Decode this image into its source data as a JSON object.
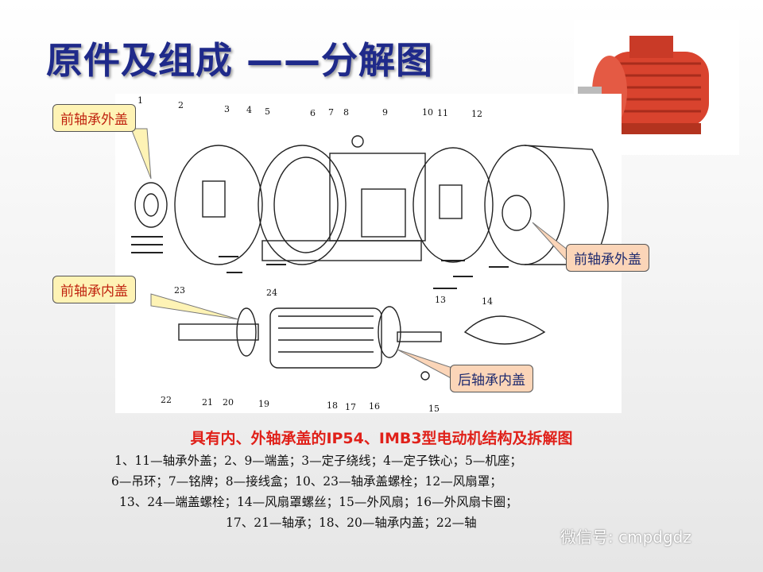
{
  "slide": {
    "title": "原件及组成 ——分解图",
    "caption": "具有内、外轴承盖的IP54、IMB3型电动机结构及拆解图",
    "legend_lines": [
      "1、11—轴承外盖；2、9—端盖；3—定子绕线；4—定子铁心；5—机座；",
      "6—吊环；7—铭牌；8—接线盒；10、23—轴承盖螺栓；12—风扇罩；",
      "13、24—端盖螺栓；14—风扇罩螺丝；15—外风扇；16—外风扇卡圈；",
      "17、21—轴承；18、20—轴承内盖；22—轴"
    ],
    "watermark": "微信号: cmpdgdz"
  },
  "callouts": [
    {
      "text": "前轴承外盖",
      "style": "yellow"
    },
    {
      "text": "前轴承内盖",
      "style": "yellow"
    },
    {
      "text": "前轴承外盖",
      "style": "pink"
    },
    {
      "text": "后轴承内盖",
      "style": "pink"
    }
  ],
  "part_numbers": [
    "1",
    "2",
    "3",
    "4",
    "5",
    "6",
    "7",
    "8",
    "9",
    "10",
    "11",
    "12",
    "13",
    "14",
    "15",
    "16",
    "17",
    "18",
    "19",
    "20",
    "21",
    "22",
    "23",
    "24"
  ],
  "colors": {
    "title": "#1f2a8a",
    "caption": "#e0211a",
    "motor": "#d9432e",
    "callout_yellow": "#fef3b5",
    "callout_pink": "#fbd5b8"
  }
}
